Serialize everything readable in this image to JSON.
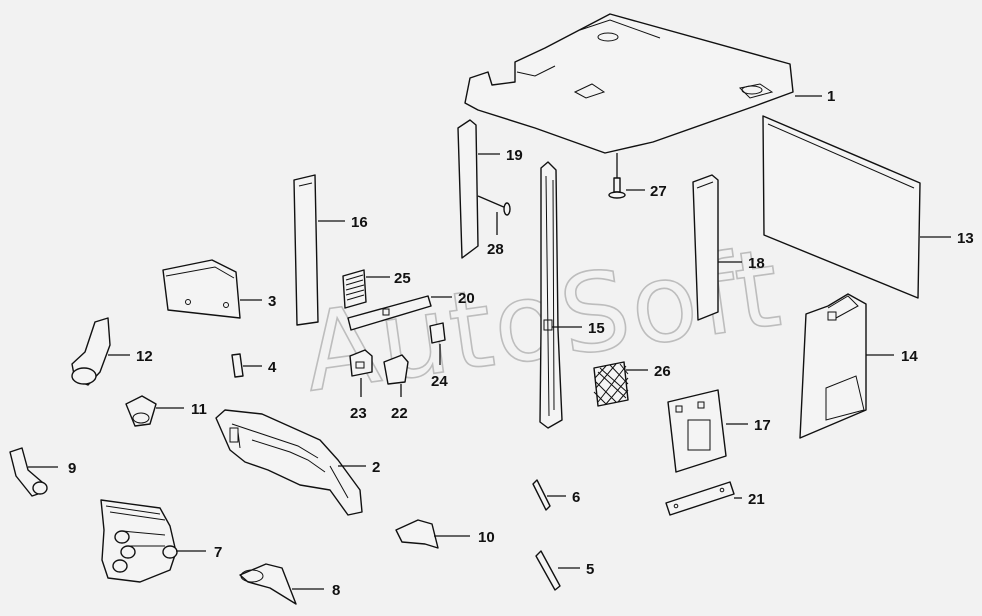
{
  "diagram": {
    "callouts": [
      "1",
      "2",
      "3",
      "4",
      "5",
      "6",
      "7",
      "8",
      "9",
      "10",
      "11",
      "12",
      "13",
      "14",
      "15",
      "16",
      "17",
      "18",
      "19",
      "20",
      "21",
      "22",
      "23",
      "24",
      "25",
      "26",
      "27",
      "28"
    ]
  },
  "watermark": {
    "text": "AutoSoft"
  },
  "colors": {
    "background": "#f2f2f2",
    "line": "#111111",
    "watermark": "#bdbdbd"
  }
}
